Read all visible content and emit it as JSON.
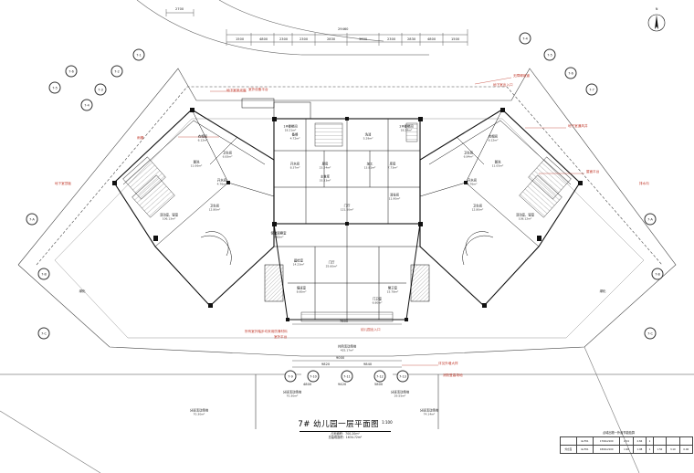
{
  "title": {
    "name": "7# 幼儿园一层平面图",
    "scale": "1:100",
    "note_1": "占地面积：700.20m²",
    "note_2": "总建筑面积：1634.72m²"
  },
  "north": "N",
  "table": {
    "title": "点域出物一外窗节能验算",
    "rows": [
      [
        "",
        "GLF01",
        "1700x2100",
        "2.54",
        "2.84",
        "1",
        "",
        "",
        ""
      ],
      [
        "外立面",
        "GLF01",
        "1800x2100",
        "1.98",
        "1.98",
        "1",
        "1.50",
        "3.10",
        "0.06"
      ]
    ]
  },
  "rooms": [
    {
      "name": "门厅",
      "area": "121.50m²"
    },
    {
      "name": "门厅",
      "area": "25.60m²"
    },
    {
      "name": "晨检室",
      "area": "14.23m²"
    },
    {
      "name": "保健观察室",
      "area": "9.62m²"
    },
    {
      "name": "值班室",
      "area": "8.60m²"
    },
    {
      "name": "警卫室",
      "area": "15.78m²"
    },
    {
      "name": "门卫室",
      "area": "6.80m²"
    },
    {
      "name": "厨房",
      "area": "23.24m²"
    },
    {
      "name": "主食库",
      "area": "33.33m²"
    },
    {
      "name": "备餐",
      "area": "4.72m²"
    },
    {
      "name": "开水间",
      "area": "8.37m²"
    },
    {
      "name": "洗消",
      "area": "5.29m²"
    },
    {
      "name": "加工",
      "area": "13.81m²"
    },
    {
      "name": "库房",
      "area": "7.73m²"
    },
    {
      "name": "消毒间",
      "area": "11.90m²"
    },
    {
      "name": "1#楼梯间",
      "area": "18.21m²"
    },
    {
      "name": "2#楼梯间",
      "area": "18.24m²"
    },
    {
      "name": "活动室、寝室",
      "area": "106.13m²"
    },
    {
      "name": "活动室、寝室",
      "area": "108.12m²"
    },
    {
      "name": "卫生间",
      "area": "12.80m²"
    },
    {
      "name": "卫生间",
      "area": "12.80m²"
    },
    {
      "name": "盥洗",
      "area": "11.06m²"
    },
    {
      "name": "盥洗",
      "area": "11.05m²"
    },
    {
      "name": "衣帽间",
      "area": "6.12m²"
    },
    {
      "name": "衣帽间",
      "area": "6.12m²"
    },
    {
      "name": "开水间",
      "area": "4.76m²"
    },
    {
      "name": "开水间",
      "area": "4.76m²"
    },
    {
      "name": "卫生间",
      "area": "6.83m²"
    },
    {
      "name": "卫生间",
      "area": "6.84m²"
    }
  ],
  "outdoor": [
    {
      "name": "分班活动场地",
      "area": "70.30m²"
    },
    {
      "name": "分班活动场地",
      "area": "70.30m²"
    },
    {
      "name": "分班活动场地",
      "area": "74.14m²"
    },
    {
      "name": "分班活动场地",
      "area": "29.55m²"
    },
    {
      "name": "共用活动场地",
      "area": "425.17m²"
    },
    {
      "name": "绿化",
      "area": ""
    },
    {
      "name": "绿化",
      "area": ""
    }
  ],
  "axes": {
    "top_left": [
      "7-1",
      "7-2",
      "7-3",
      "7-4",
      "7-5",
      "7-6"
    ],
    "top_right": [
      "7-4",
      "7-5",
      "7-6",
      "7-7"
    ],
    "bottom": [
      "7-9",
      "7-10",
      "7-11",
      "7-12",
      "7-13"
    ],
    "left": [
      "7-A",
      "7-B",
      "7-C"
    ],
    "right": [
      "7-A",
      "7-B",
      "7-C"
    ]
  },
  "dimensions": {
    "top_total": "29460",
    "top_segments": [
      "1500",
      "4800",
      "2300",
      "2300",
      "2830",
      "3600",
      "2300",
      "2830",
      "4800",
      "1500"
    ],
    "top_small": "2700",
    "center": [
      "7800",
      "9000",
      "9820",
      "9840"
    ],
    "bottom": [
      "4800",
      "9420",
      "5800"
    ]
  },
  "annotations": {
    "anno_1": "室外设备平台",
    "anno_2": "无障碍坡道",
    "anno_3": "地下室通风井",
    "anno_4": "屋面平台",
    "anno_5": "雨棚",
    "anno_6": "室外平台",
    "anno_7": "地下室采光窗",
    "anno_8": "详见外墙大样",
    "anno_9": "幼儿园出入口",
    "anno_10": "消防登高场地",
    "anno_11": "地下室顶板",
    "anno_12": "排水沟",
    "anno_13": "所有室外踏步均采用防滑材料",
    "anno_14": "地下室出入口"
  },
  "colors": {
    "line": "#1a1a1a",
    "fill": "#ffffff",
    "column": "#111111",
    "accent": "#c0392b"
  }
}
